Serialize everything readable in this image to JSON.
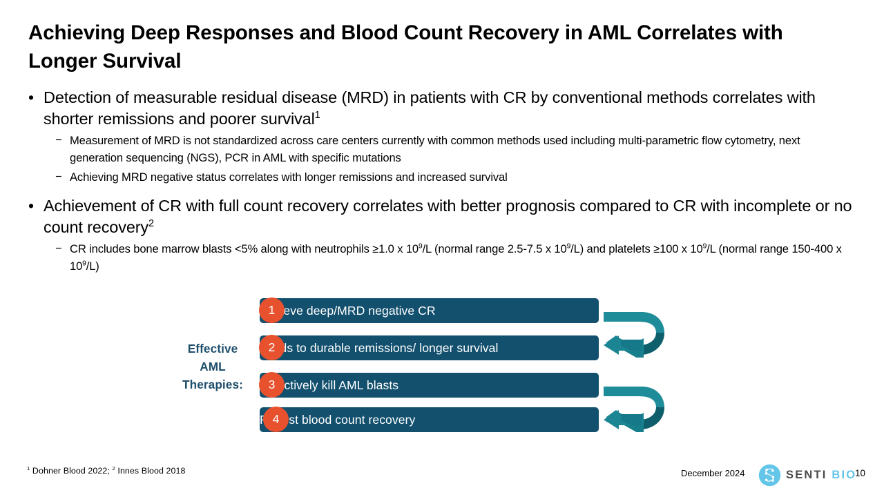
{
  "slide": {
    "title": "Achieving Deep Responses and Blood Count Recovery in AML Correlates with Longer Survival",
    "bullets": [
      {
        "level": 1,
        "marker": "•",
        "text_pre": "Detection of measurable residual disease (MRD) in patients with CR by conventional methods correlates with shorter remissions and poorer survival",
        "sup": "1",
        "text_post": ""
      },
      {
        "level": 2,
        "marker": "−",
        "text_pre": "Measurement of MRD is not standardized across care centers currently with common methods used including multi-parametric flow cytometry, next generation sequencing (NGS), PCR in AML with specific mutations",
        "sup": "",
        "text_post": ""
      },
      {
        "level": 2,
        "marker": "−",
        "text_pre": "Achieving MRD negative status correlates with longer remissions and increased survival",
        "sup": "",
        "text_post": ""
      },
      {
        "level": 1,
        "marker": "•",
        "text_pre": "Achievement of CR with full count recovery correlates with better prognosis compared to CR with incomplete or no count recovery",
        "sup": "2",
        "text_post": ""
      }
    ],
    "cr_definition": {
      "marker": "−",
      "p1": "CR includes bone marrow blasts <5% along with neutrophils ≥1.0 x 10",
      "s1": "9",
      "p2": "/L (normal range 2.5-7.5 x 10",
      "s2": "9",
      "p3": "/L) and platelets ≥100 x 10",
      "s3": "9",
      "p4": "/L (normal range 150-400 x 10",
      "s4": "9",
      "p5": "/L)"
    },
    "diagram": {
      "side_label_lines": [
        "Effective",
        "AML",
        "Therapies:"
      ],
      "side_label": "Effective AML Therapies:",
      "steps": [
        {
          "number": "1",
          "label": "Achieve deep/MRD negative CR"
        },
        {
          "number": "2",
          "label": "Leads to durable remissions/ longer survival"
        },
        {
          "number": "3",
          "label": "Selectively kill AML blasts"
        },
        {
          "number": "4",
          "label": "Robust blood count recovery"
        }
      ],
      "arrows": [
        {
          "name": "circular-arrow-upper",
          "direction": "clockwise-return-left"
        },
        {
          "name": "circular-arrow-lower",
          "direction": "clockwise-return-left"
        }
      ]
    },
    "footer": {
      "footnote_sup1": "1",
      "footnote_text1": " Dohner Blood 2022; ",
      "footnote_sup2": "2",
      "footnote_text2": " Innes Blood 2018",
      "footnote_full": "¹ Dohner Blood 2022; ² Innes Blood 2018",
      "date": "December 2024",
      "logo_senti": "SENTI",
      "logo_bio": "BIO",
      "page_number": "10"
    },
    "colors": {
      "bar_navy": "#12506E",
      "circle_orange": "#E8512E",
      "arrow_teal": "#177E8C",
      "arrow_teal_dark": "#0E5F6B",
      "side_label_navy": "#1F4E6B",
      "logo_cyan": "#63C6E8",
      "logo_gray": "#4A4A4A",
      "background": "#FFFFFF"
    }
  }
}
